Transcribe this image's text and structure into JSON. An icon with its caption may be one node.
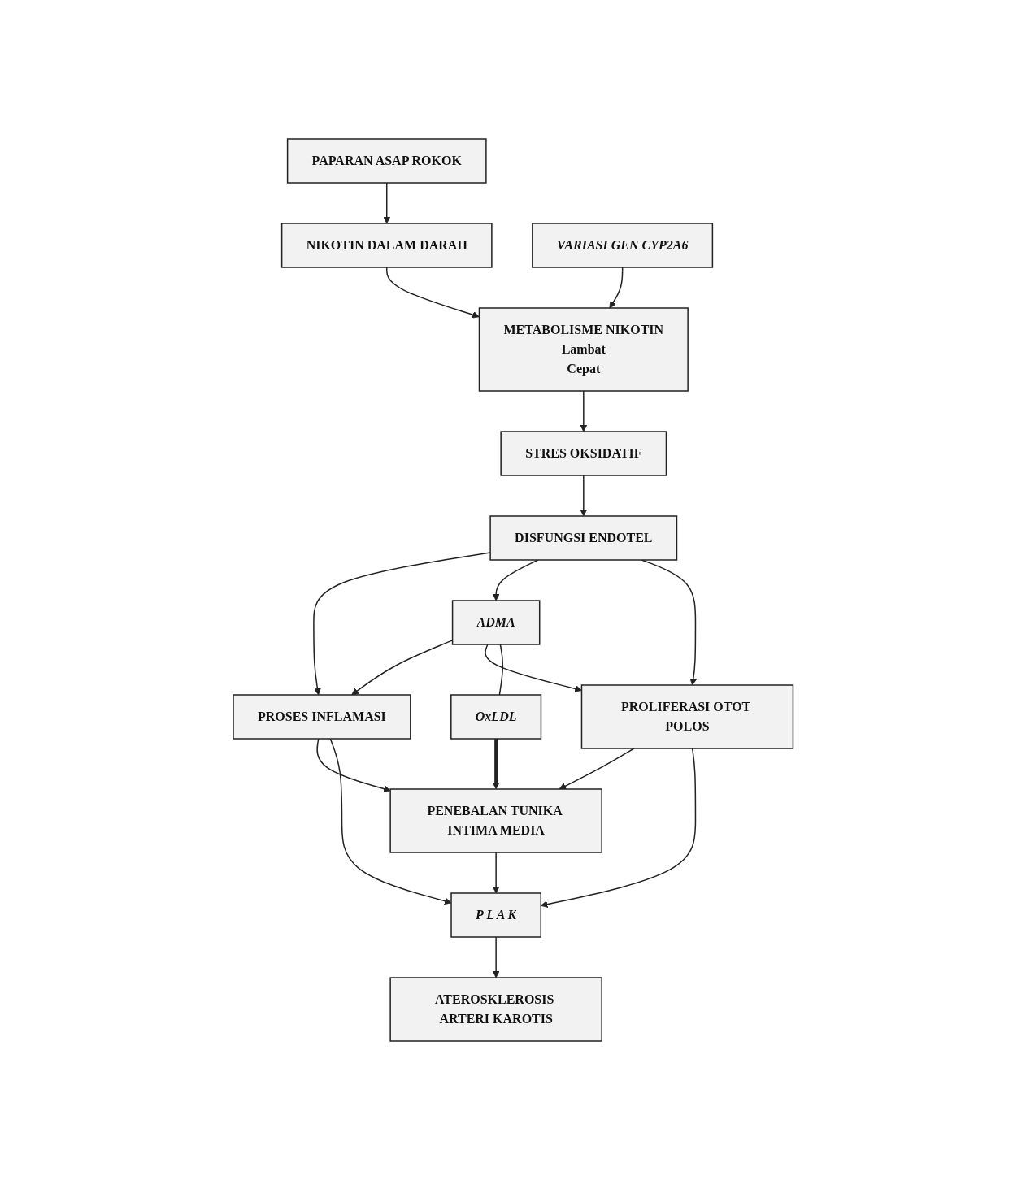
{
  "diagram": {
    "nodes": [
      {
        "text": [
          "PAPARAN ASAP ROKOK"
        ]
      },
      {
        "text": [
          "NIKOTIN DALAM DARAH"
        ]
      },
      {
        "text": [
          "VARIASI GEN CYP2A6"
        ]
      },
      {
        "text": [
          "METABOLISME NIKOTIN",
          "Lambat",
          "Cepat"
        ]
      },
      {
        "text": [
          "STRES OKSIDATIF"
        ]
      },
      {
        "text": [
          "DISFUNGSI ENDOTEL"
        ]
      },
      {
        "text": [
          "PROSES INFLAMASI"
        ]
      },
      {
        "text": [
          "ADMA"
        ]
      },
      {
        "text": [
          "OxLDL"
        ]
      },
      {
        "text": [
          "PROLIFERASI OTOT POLOS"
        ]
      },
      {
        "text": [
          "PENEBALAN TUNIKA INTIMA MEDIA"
        ]
      },
      {
        "text": [
          "P L A K"
        ]
      },
      {
        "text": [
          "ATEROSKLEROSIS ARTERI KAROTIS"
        ]
      }
    ],
    "edges": [
      {
        "from": 0,
        "to": 1,
        "arrow": "to"
      },
      {
        "from": 1,
        "to": 3,
        "arrow": "to"
      },
      {
        "from": 2,
        "to": 3,
        "arrow": "to"
      },
      {
        "from": 3,
        "to": 4,
        "arrow": "to"
      },
      {
        "from": 4,
        "to": 5,
        "arrow": "to"
      },
      {
        "from": 5,
        "to": 6,
        "arrow": "to"
      },
      {
        "from": 5,
        "to": 7,
        "arrow": "to"
      },
      {
        "from": 5,
        "to": 9,
        "arrow": "to"
      },
      {
        "from": 7,
        "to": 6,
        "arrow": "to"
      },
      {
        "from": 7,
        "to": 9,
        "arrow": "to"
      },
      {
        "from": 7,
        "to": 8,
        "arrow": "none"
      },
      {
        "from": 8,
        "to": 10,
        "arrow": "to",
        "style": "thick"
      },
      {
        "from": 6,
        "to": 10,
        "arrow": "to"
      },
      {
        "from": 6,
        "to": 11,
        "arrow": "to"
      },
      {
        "from": 9,
        "to": 10,
        "arrow": "to"
      },
      {
        "from": 9,
        "to": 11,
        "arrow": "to"
      },
      {
        "from": 10,
        "to": 11,
        "arrow": "to"
      },
      {
        "from": 11,
        "to": 12,
        "arrow": "to"
      }
    ]
  }
}
